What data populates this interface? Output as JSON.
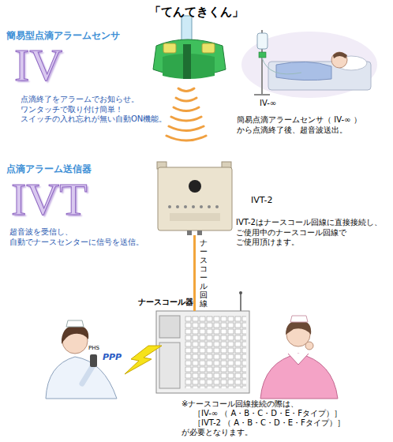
{
  "diagram": {
    "title": "「てんてきくん」",
    "nodes": [
      {
        "text": [
          "IVT-2"
        ]
      },
      {
        "text": [
          "ナースコール器"
        ]
      }
    ],
    "edges": [
      {
        "from": 0,
        "to": 1,
        "arrow": "none",
        "label": "ナースコール回線"
      }
    ],
    "labels": [
      "簡易型点滴アラームセンサ",
      "IV",
      "点滴終了をアラームでお知らせ。 ワンタッチで取り付け簡単！ スイッチの入れ忘れが無い自動ON機能。",
      "IV-∞",
      "簡易点滴アラームセンサ（ IV-∞ ） から点滴終了後、超音波送出。",
      "点滴アラーム送信器",
      "IVT",
      "超音波を受信し、 自動でナースセンターに信号を送信。",
      "IVT-2はナースコール回線に直接接続し、 ご使用中のナースコール回線で ご使用頂けます。",
      "PHS",
      "PPP",
      "※ナースコール回線接続の際は、",
      "［IV-∞ （ A・B・C・D・E・Fタイプ）］",
      "［IVT-2 （ A・B・C・D・E・Fタイプ）］",
      "が必要となります。"
    ]
  }
}
